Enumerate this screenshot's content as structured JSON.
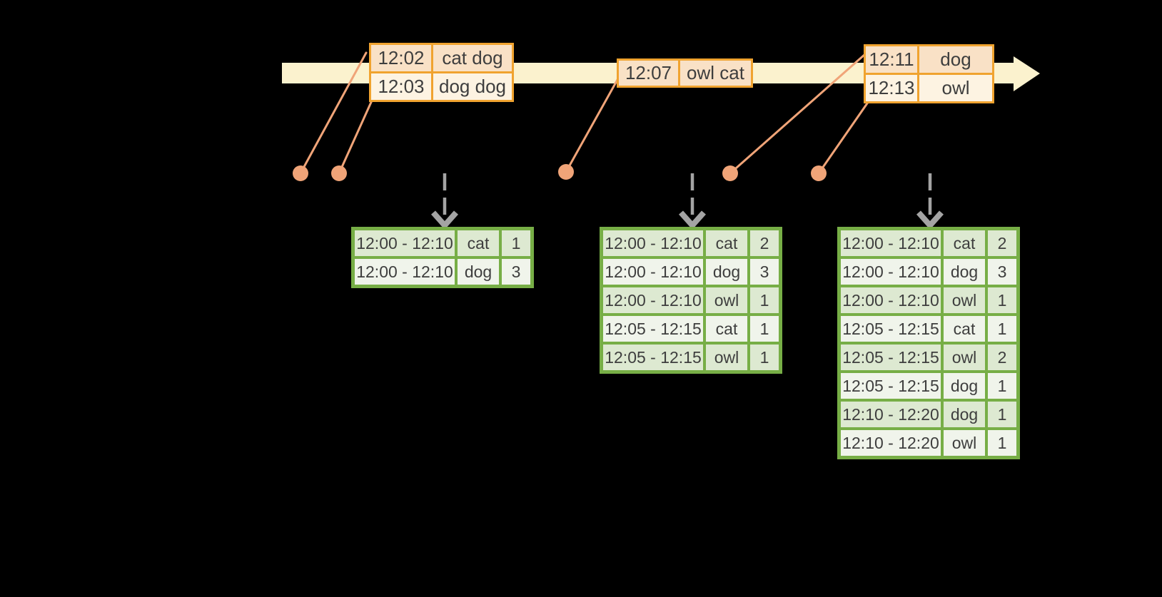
{
  "colors": {
    "cream": "#FBF2CE",
    "orange-border": "#F0A32F",
    "peach": "#F9E1C6",
    "peach-light": "#FDF3E2",
    "salmon": "#F0A478",
    "green-border": "#77AE46",
    "green-dark": "#DDE9D1",
    "green-light": "#F0F4EB",
    "gray": "#A4A4A4",
    "ink": "#3E3E3E"
  },
  "timeline": {
    "event_tables": [
      {
        "rows": [
          {
            "time": "12:02",
            "words": "cat dog"
          },
          {
            "time": "12:03",
            "words": "dog dog"
          }
        ]
      },
      {
        "rows": [
          {
            "time": "12:07",
            "words": "owl cat"
          }
        ]
      },
      {
        "rows": [
          {
            "time": "12:11",
            "words": "dog"
          },
          {
            "time": "12:13",
            "words": "owl"
          }
        ]
      }
    ]
  },
  "result_tables": [
    {
      "rows": [
        {
          "window": "12:00 - 12:10",
          "word": "cat",
          "count": "1"
        },
        {
          "window": "12:00 - 12:10",
          "word": "dog",
          "count": "3"
        }
      ]
    },
    {
      "rows": [
        {
          "window": "12:00 - 12:10",
          "word": "cat",
          "count": "2"
        },
        {
          "window": "12:00 - 12:10",
          "word": "dog",
          "count": "3"
        },
        {
          "window": "12:00 - 12:10",
          "word": "owl",
          "count": "1"
        },
        {
          "window": "12:05 - 12:15",
          "word": "cat",
          "count": "1"
        },
        {
          "window": "12:05 - 12:15",
          "word": "owl",
          "count": "1"
        }
      ]
    },
    {
      "rows": [
        {
          "window": "12:00 - 12:10",
          "word": "cat",
          "count": "2"
        },
        {
          "window": "12:00 - 12:10",
          "word": "dog",
          "count": "3"
        },
        {
          "window": "12:00 - 12:10",
          "word": "owl",
          "count": "1"
        },
        {
          "window": "12:05 - 12:15",
          "word": "cat",
          "count": "1"
        },
        {
          "window": "12:05 - 12:15",
          "word": "owl",
          "count": "2"
        },
        {
          "window": "12:05 - 12:15",
          "word": "dog",
          "count": "1"
        },
        {
          "window": "12:10 - 12:20",
          "word": "dog",
          "count": "1"
        },
        {
          "window": "12:10 - 12:20",
          "word": "owl",
          "count": "1"
        }
      ]
    }
  ]
}
